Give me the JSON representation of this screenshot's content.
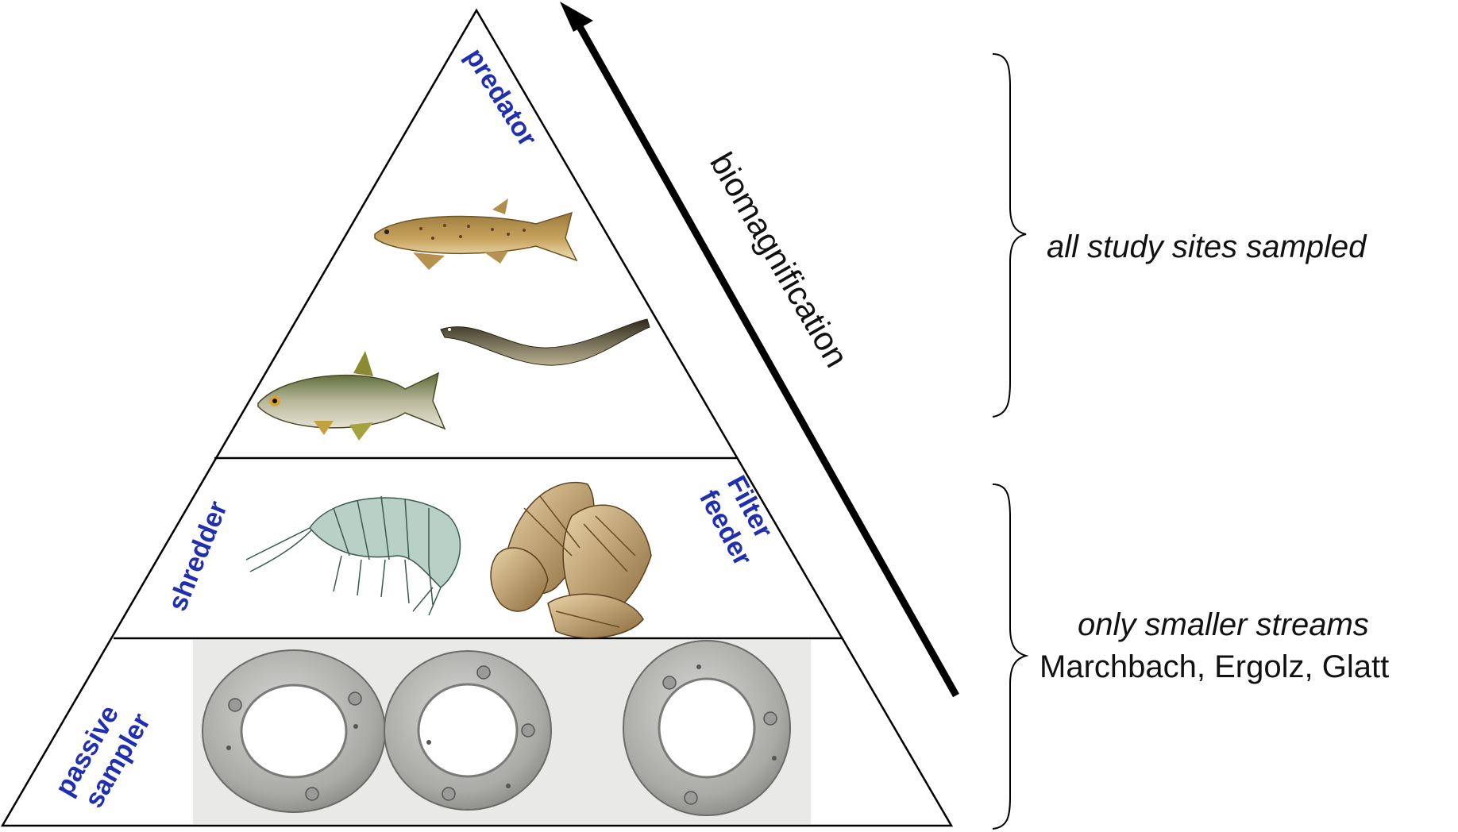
{
  "diagram": {
    "arrow_label": "biomagnification",
    "levels": {
      "top": {
        "label": "predator",
        "organisms": [
          "trout",
          "eel",
          "roach"
        ]
      },
      "middle": {
        "label_left": "shredder",
        "label_right_line1": "Filter",
        "label_right_line2": "feeder",
        "organisms": [
          "amphipod",
          "zebra-mussel"
        ]
      },
      "bottom": {
        "label_line1": "passive",
        "label_line2": "sampler",
        "items": [
          "sampler-disc-1",
          "sampler-disc-2",
          "sampler-disc-3"
        ]
      }
    },
    "brackets": {
      "upper": {
        "text": "all study sites sampled"
      },
      "lower": {
        "line1": "only smaller streams",
        "line2": "Marchbach, Ergolz, Glatt"
      }
    },
    "colors": {
      "label_blue": "#1f2fb0",
      "line": "#000000"
    }
  }
}
